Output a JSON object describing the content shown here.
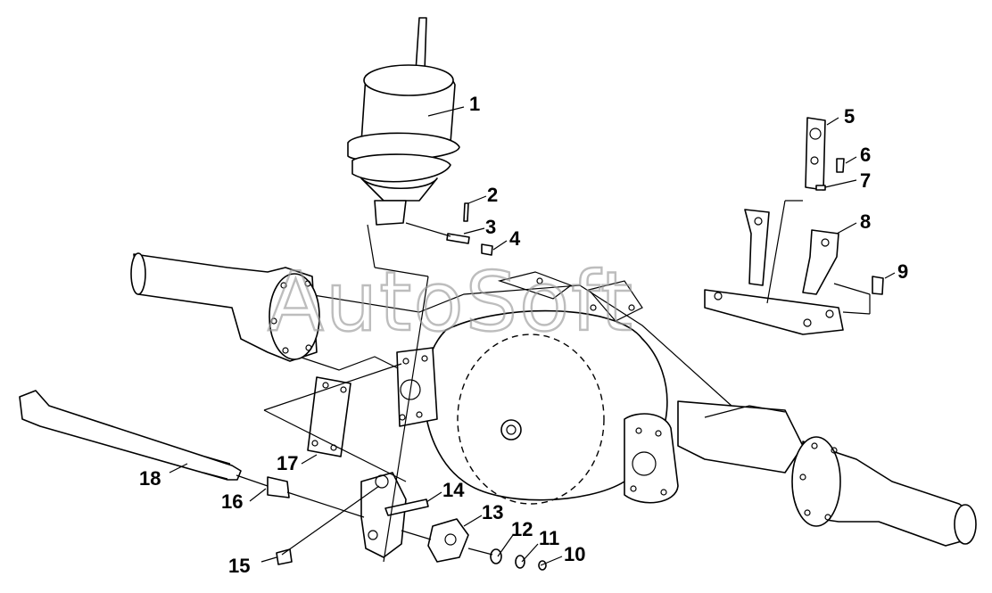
{
  "watermark": "AutoSoft",
  "callouts": [
    "1",
    "2",
    "3",
    "4",
    "5",
    "6",
    "7",
    "8",
    "9",
    "10",
    "11",
    "12",
    "13",
    "14",
    "15",
    "16",
    "17",
    "18"
  ]
}
